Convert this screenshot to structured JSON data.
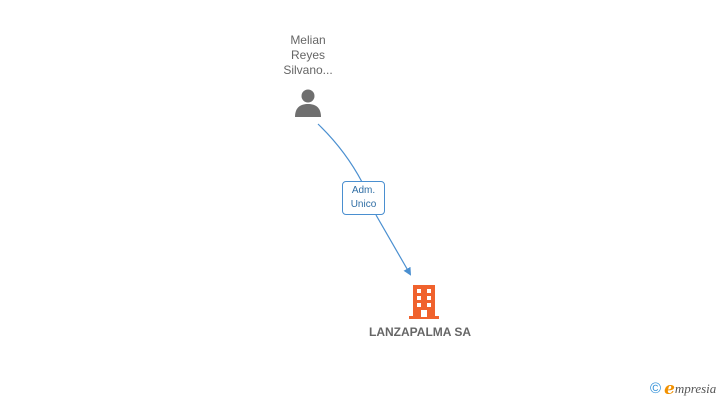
{
  "person": {
    "name_lines": [
      "Melian",
      "Reyes",
      "Silvano..."
    ],
    "icon": "person-icon"
  },
  "relation": {
    "role_lines": [
      "Adm.",
      "Unico"
    ],
    "color": "#4a8fd0"
  },
  "company": {
    "name": "LANZAPALMA SA",
    "icon": "building-icon",
    "color": "#f0622d"
  },
  "brand": {
    "copyright": "©",
    "initial": "e",
    "rest": "mpresia"
  }
}
